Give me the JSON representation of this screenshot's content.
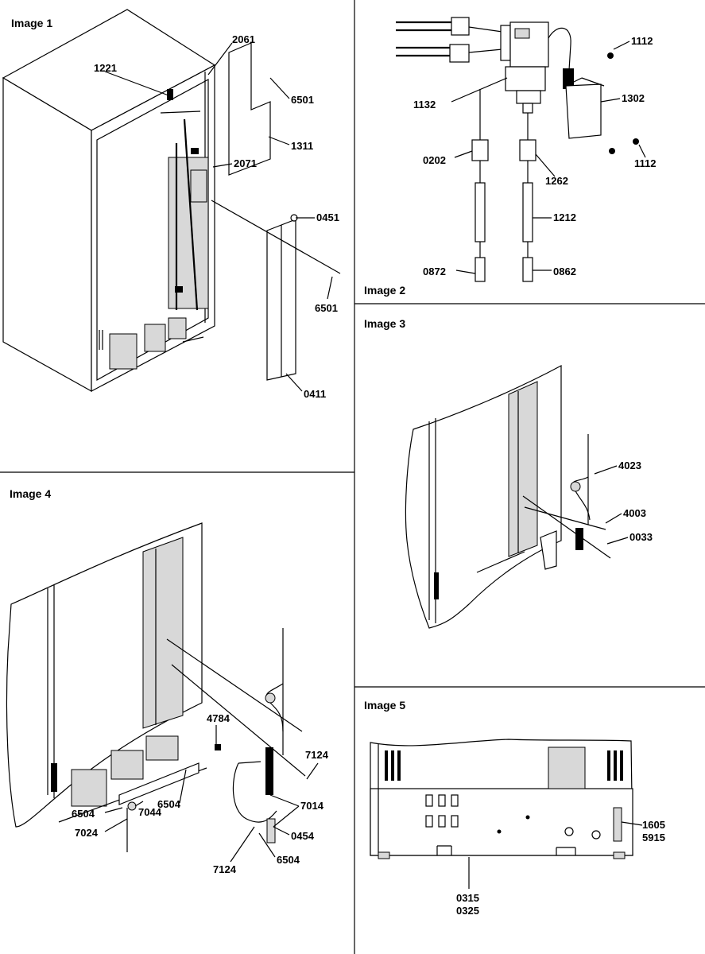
{
  "panels": [
    {
      "title": "Image 1"
    },
    {
      "title": "Image 2"
    },
    {
      "title": "Image 3"
    },
    {
      "title": "Image 4"
    },
    {
      "title": "Image 5"
    }
  ],
  "callouts": {
    "p1": [
      "1221",
      "2061",
      "6501",
      "1311",
      "2071",
      "0451",
      "6501",
      "0411"
    ],
    "p2": [
      "1112",
      "1132",
      "1302",
      "0202",
      "1262",
      "1112",
      "1212",
      "0872",
      "0862"
    ],
    "p3": [
      "4023",
      "4003",
      "0033"
    ],
    "p4": [
      "4784",
      "7124",
      "6504",
      "7014",
      "6504",
      "7044",
      "7024",
      "0454",
      "7124",
      "6504"
    ],
    "p5": [
      "1605",
      "5915",
      "0315",
      "0325"
    ]
  }
}
